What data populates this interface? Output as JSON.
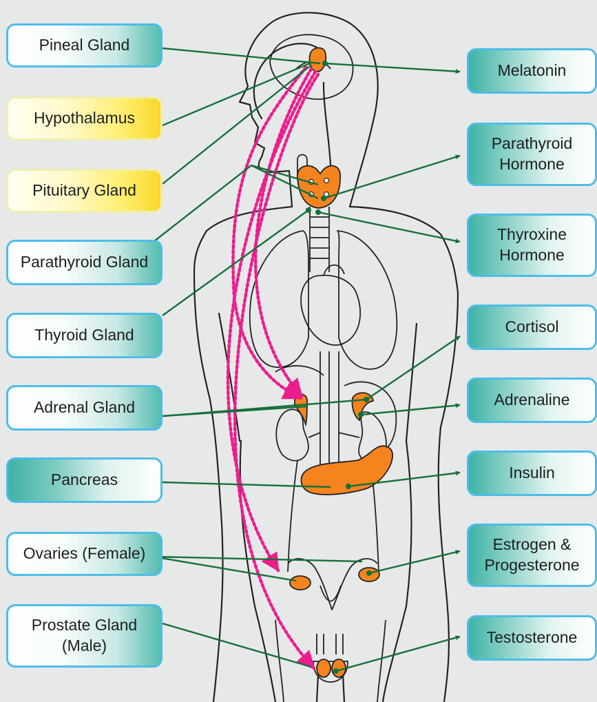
{
  "glands": [
    {
      "id": "pineal",
      "label": "Pineal Gland"
    },
    {
      "id": "hypothalamus",
      "label": "Hypothalamus"
    },
    {
      "id": "pituitary",
      "label": "Pituitary Gland"
    },
    {
      "id": "parathyroid",
      "label": "Parathyroid Gland"
    },
    {
      "id": "thyroid",
      "label": "Thyroid Gland"
    },
    {
      "id": "adrenal",
      "label": "Adrenal Gland"
    },
    {
      "id": "pancreas",
      "label": "Pancreas"
    },
    {
      "id": "ovaries",
      "label": "Ovaries (Female)"
    },
    {
      "id": "prostate",
      "label": "Prostate Gland\n(Male)"
    }
  ],
  "hormones": [
    {
      "id": "melatonin",
      "label": "Melatonin"
    },
    {
      "id": "parathyroid-hormone",
      "label": "Parathyroid\nHormone"
    },
    {
      "id": "thyroxine",
      "label": "Thyroxine\nHormone"
    },
    {
      "id": "cortisol",
      "label": "Cortisol"
    },
    {
      "id": "adrenaline",
      "label": "Adrenaline"
    },
    {
      "id": "insulin",
      "label": "Insulin"
    },
    {
      "id": "estrogen",
      "label": "Estrogen &\nProgesterone"
    },
    {
      "id": "testosterone",
      "label": "Testosterone"
    }
  ],
  "colors": {
    "gland_fill": "#f5841f",
    "connector": "#15703a",
    "control_arrow": "#ec1e8c",
    "outline": "#222222",
    "highlight_labels": "#ffe34d",
    "standard_labels": "#52bcb0"
  }
}
